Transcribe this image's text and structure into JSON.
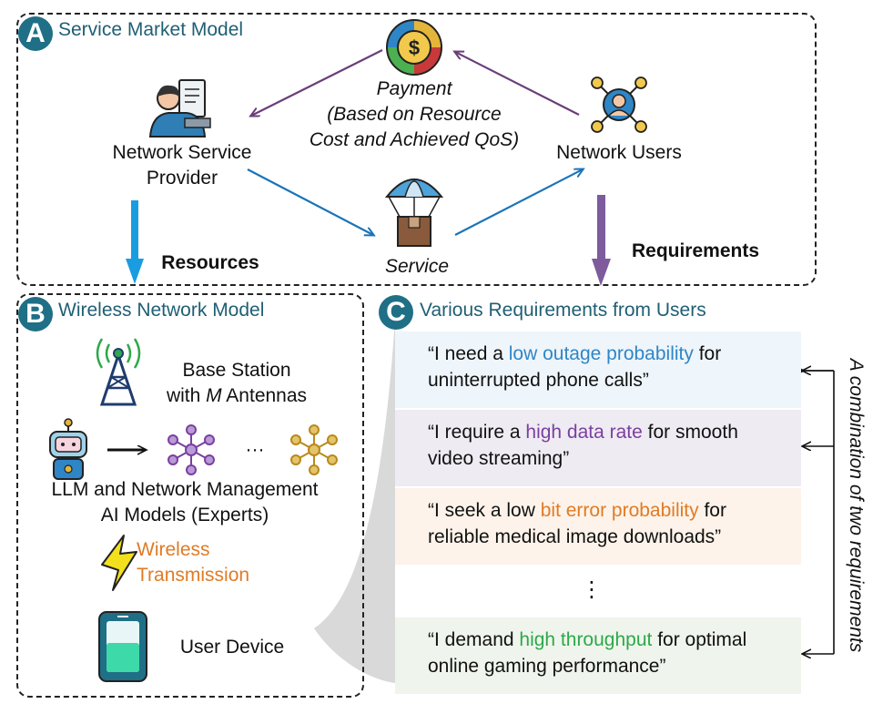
{
  "panelA": {
    "badge": "A",
    "title": "Service Market Model",
    "provider": [
      "Network Service",
      "Provider"
    ],
    "users": "Network Users",
    "payment": [
      "Payment",
      "(Based on Resource",
      "Cost and Achieved QoS)"
    ],
    "service": "Service",
    "resources": "Resources",
    "requirements": "Requirements"
  },
  "panelB": {
    "badge": "B",
    "title": "Wireless Network Model",
    "base_station_line1": "Base Station",
    "base_station_with": "with ",
    "base_station_M": "M",
    "base_station_antennas": " Antennas",
    "ellipsis": "···",
    "llm": [
      "LLM and Network Management",
      "AI Models (Experts)"
    ],
    "wireless": [
      "Wireless",
      "Transmission"
    ],
    "user_device": "User Device"
  },
  "panelC": {
    "badge": "C",
    "title": "Various Requirements from Users",
    "requests": [
      {
        "pre": "“I need a ",
        "hl": "low outage probability",
        "post": " for",
        "line2": "uninterrupted phone calls”",
        "color": "#2f86c6",
        "bg": "#eef5fb"
      },
      {
        "pre": "“I require a ",
        "hl": "high data rate",
        "post": " for smooth",
        "line2": "video streaming”",
        "color": "#7b3fa0",
        "bg": "#eeebf3"
      },
      {
        "pre": "“I seek a low ",
        "hl": "bit error probability",
        "post": " for",
        "line2": "reliable medical image downloads”",
        "color": "#e07b25",
        "bg": "#fdf3ea"
      },
      {
        "pre": "“I demand ",
        "hl": "high throughput",
        "post": " for optimal",
        "line2": "online gaming performance”",
        "color": "#2ea84a",
        "bg": "#eff5ec"
      }
    ],
    "vdots": "⋮",
    "combination": "A combination of two requirements"
  },
  "colors": {
    "accent": "#1f6f86",
    "blue_arrow": "#1a74b8",
    "purple_arrow": "#6a3f78",
    "wireless_text": "#e07b25"
  },
  "icons": [
    "payment-coin-icon",
    "provider-person-icon",
    "users-network-icon",
    "service-parcel-icon",
    "base-station-icon",
    "robot-icon",
    "ai-expert-network-icon",
    "lightning-icon",
    "phone-icon"
  ]
}
